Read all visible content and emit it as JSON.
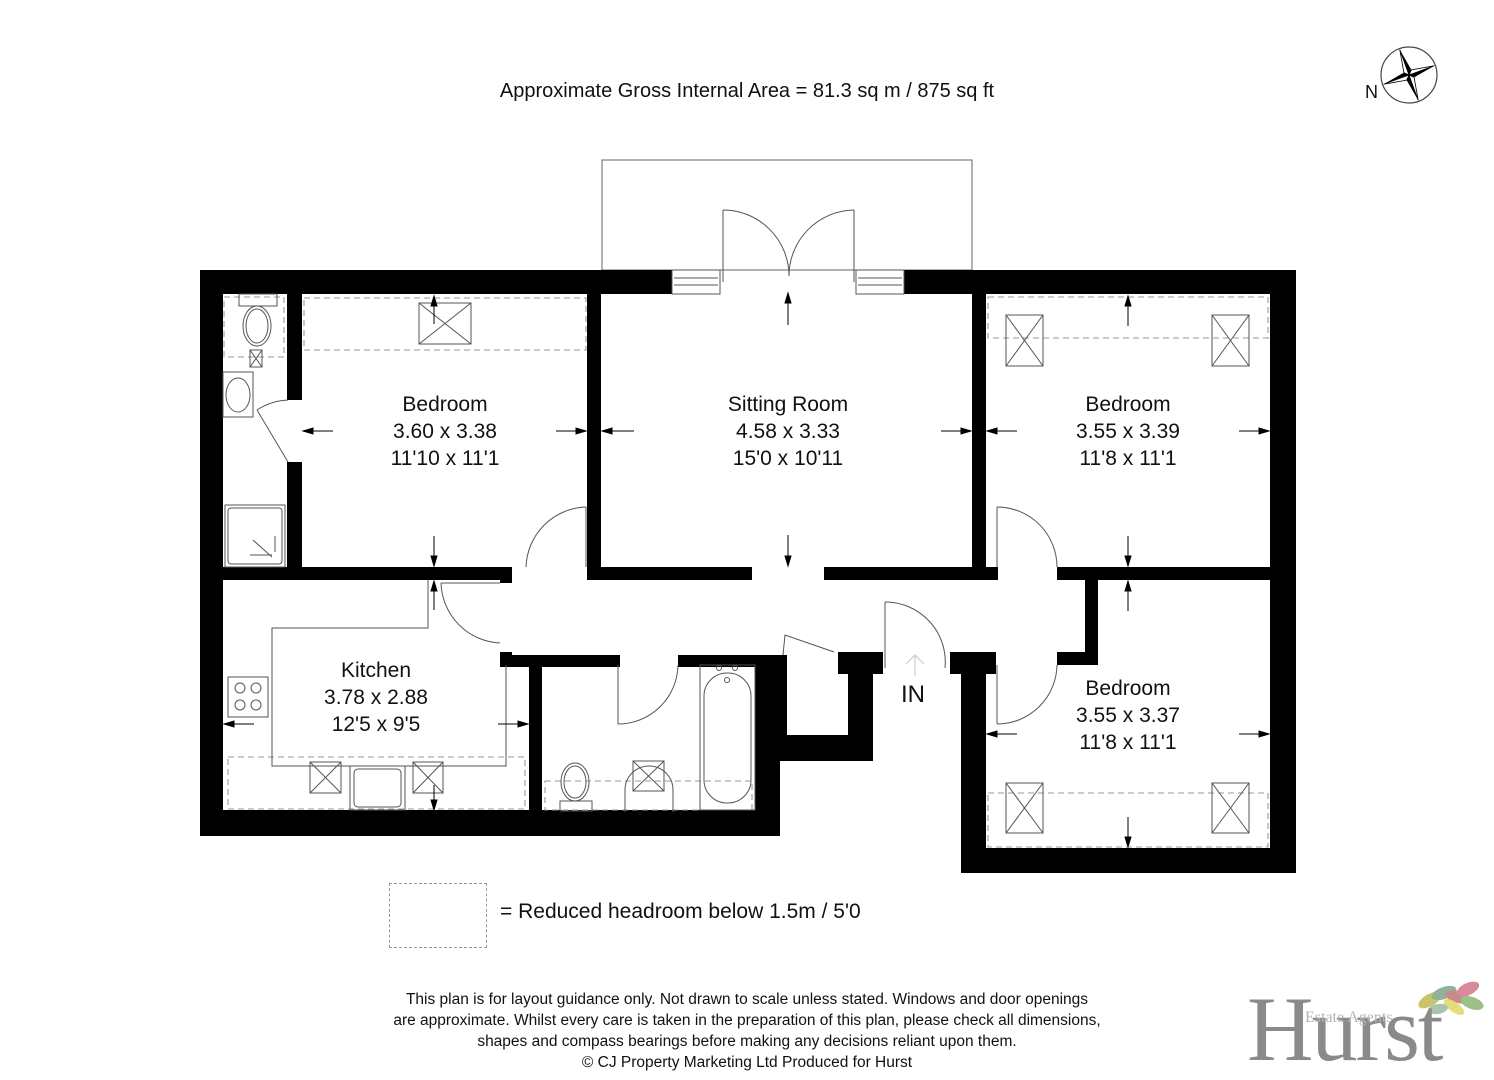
{
  "header": {
    "area_text": "Approximate Gross Internal Area = 81.3 sq m / 875 sq ft"
  },
  "compass": {
    "icon": "compass-rose-icon",
    "label": "N"
  },
  "rooms": [
    {
      "id": "bedroom-1",
      "name": "Bedroom",
      "metric": "3.60 x 3.38",
      "imperial": "11'10 x 11'1"
    },
    {
      "id": "sitting-room",
      "name": "Sitting Room",
      "metric": "4.58 x 3.33",
      "imperial": "15'0 x 10'11"
    },
    {
      "id": "bedroom-2",
      "name": "Bedroom",
      "metric": "3.55 x 3.39",
      "imperial": "11'8 x 11'1"
    },
    {
      "id": "kitchen",
      "name": "Kitchen",
      "metric": "3.78 x 2.88",
      "imperial": "12'5 x 9'5"
    },
    {
      "id": "bedroom-3",
      "name": "Bedroom",
      "metric": "3.55 x 3.37",
      "imperial": "11'8 x 11'1"
    }
  ],
  "entrance": {
    "label": "IN",
    "icon": "entrance-arrow-icon"
  },
  "legend": {
    "swatch": "dashed-outline",
    "text": "= Reduced headroom below 1.5m / 5'0"
  },
  "disclaimer": {
    "lines": [
      "This plan is for layout guidance only. Not drawn to scale unless stated. Windows and door openings",
      "are approximate. Whilst every care is taken in the preparation of this plan, please check all dimensions,",
      "shapes and compass bearings before making any decisions reliant upon them.",
      "© CJ Property Marketing Ltd Produced for Hurst"
    ]
  },
  "logo": {
    "brand": "Hurst",
    "tagline": "Estate Agents",
    "icon": "leaves-icon"
  },
  "colors": {
    "wall": "#000000",
    "fixture_line": "#555555",
    "dashed_headroom": "#999999",
    "logo_text": "#8a8a8a"
  }
}
